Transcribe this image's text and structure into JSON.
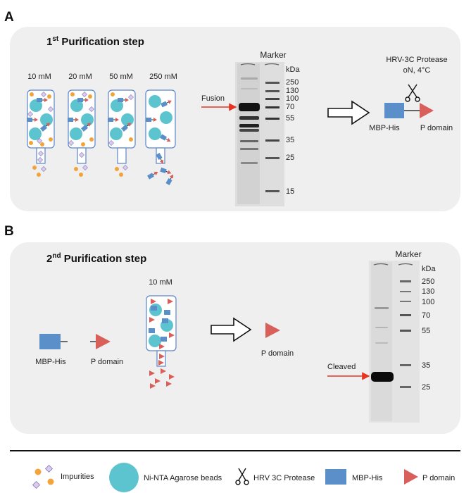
{
  "panel_a": {
    "letter": "A",
    "title_num": "1",
    "title_sup": "st",
    "title_rest": " Purification step",
    "columns": [
      "10 mM",
      "20 mM",
      "50 mM",
      "250 mM"
    ],
    "marker_title": "Marker",
    "kda": "kDa",
    "ladder": [
      "250",
      "130",
      "100",
      "70",
      "55",
      "35",
      "25",
      "15"
    ],
    "fusion_label": "Fusion",
    "protease_line1": "HRV-3C Protease",
    "protease_line2": "oN, 4°C",
    "mbp_label": "MBP-His",
    "p_label": "P domain"
  },
  "panel_b": {
    "letter": "B",
    "title_num": "2",
    "title_sup": "nd",
    "title_rest": " Purification step",
    "mbp_label": "MBP-His",
    "p_label": "P domain",
    "column": "10 mM",
    "p_label_out": "P domain",
    "marker_title": "Marker",
    "kda": "kDa",
    "ladder": [
      "250",
      "130",
      "100",
      "70",
      "55",
      "35",
      "25"
    ],
    "cleaved_label": "Cleaved"
  },
  "legend": {
    "impurities": "Impurities",
    "beads": "Ni-NTA Agarose beads",
    "protease": "HRV 3C Protease",
    "mbp": "MBP-His",
    "p": "P domain"
  },
  "colors": {
    "panel_bg": "#efefef",
    "bead": "#5bc4cf",
    "mbp": "#5b8fc9",
    "p_domain": "#d9605a",
    "impurity_orange": "#f3a33c",
    "impurity_purple": "#c4b4de",
    "column_outline": "#5a86c8",
    "arrow_red": "#e63322"
  }
}
